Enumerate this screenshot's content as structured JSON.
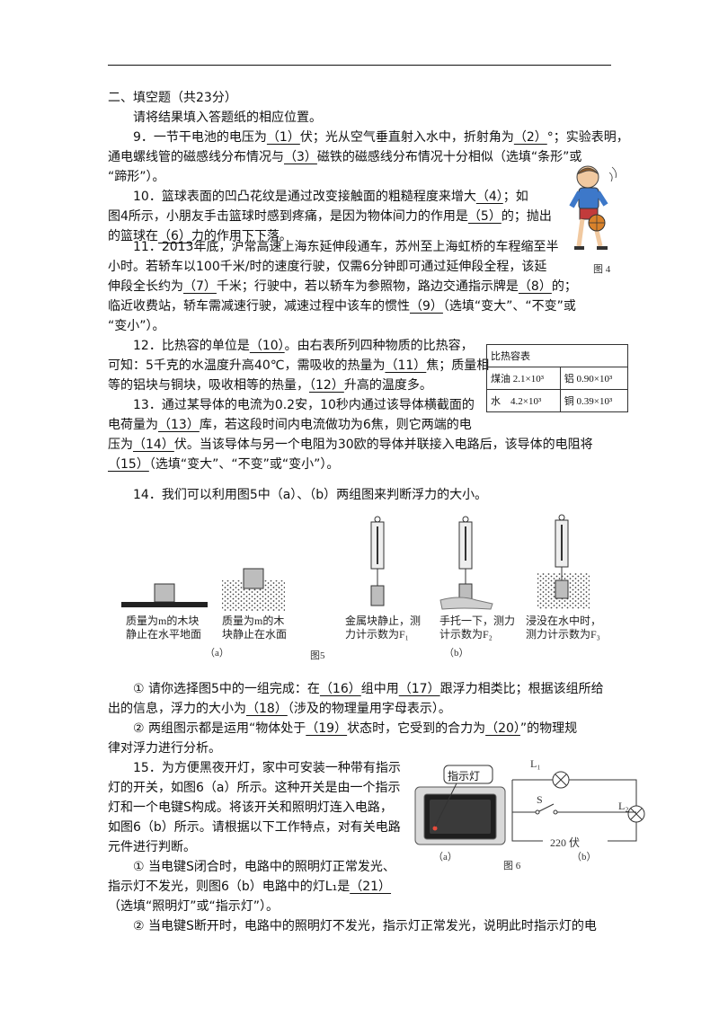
{
  "section": {
    "heading": "二、填空题（共23分）",
    "instruction": "请将结果填入答题纸的相应位置。"
  },
  "q9": {
    "l1a": "9．一节干电池的电压为",
    "b1": "（1）",
    "l1b": "伏；光从空气垂直射入水中，折射角为",
    "b2": "（2）",
    "l1c": "°；实验表明，",
    "l2a": "通电螺线管的磁感线分布情况与",
    "b3": "（3）",
    "l2b": "磁铁的磁感线分布情况十分相似（选填“条形”或",
    "l3": "“蹄形”）。"
  },
  "q10": {
    "l1a": "10．篮球表面的凹凸花纹是通过改变接触面的粗糙程度来增大",
    "b4": "（4）",
    "l1b": "；如",
    "l2a": "图4所示，小朋友手击篮球时感到疼痛，是因为物体间力的作用是",
    "b5": "（5）",
    "l2b": "的；抛出",
    "l3a": "的篮球在",
    "b6": "（6）",
    "l3b": "力的作用下下落。",
    "fig_label": "图 4"
  },
  "q11": {
    "l1": "11．2013年底，沪常高速上海东延伸段通车，苏州至上海虹桥的车程缩至半",
    "l2": "小时。若轿车以100千米/时的速度行驶，仅需6分钟即可通过延伸段全程，该延",
    "l3a": "伸段全长约为",
    "b7": "（7）",
    "l3b": "千米；行驶中，若以轿车为参照物，路边交通指示牌是",
    "b8": "（8）",
    "l3c": "的；",
    "l4a": "临近收费站，轿车需减速行驶，减速过程中该车的惯性",
    "b9": "（9）",
    "l4b": "（选填“变大”、“不变”或",
    "l5": "“变小”）。"
  },
  "q12": {
    "l1a": "12．比热容的单位是",
    "b10": "（10）",
    "l1b": "。由右表所列四种物质的比热容，",
    "l2a": "可知：5千克的水温度升高40℃，需吸收的热量为",
    "b11": "（11）",
    "l2b": "焦；质量相",
    "l3": "等的铝块与铜块，吸收相等的热量，",
    "b12": "（12）",
    "l3b": "升高的温度多。"
  },
  "heat_table": {
    "title": "比热容表",
    "r1c1": "煤油 2.1×10³",
    "r1c2": "铝 0.90×10³",
    "r2c1": "水　4.2×10³",
    "r2c2": "铜 0.39×10³"
  },
  "q13": {
    "l1": "13．通过某导体的电流为0.2安，10秒内通过该导体横截面的",
    "l2a": "电荷量为",
    "b13": "（13）",
    "l2b": "库，若这段时间内电流做功为6焦，则它两端的电",
    "l3a": "压为",
    "b14": "（14）",
    "l3b": "伏。当该导体与另一个电阻为30欧的导体并联接入电路后，该导体的电阻将",
    "b15": "（15）",
    "l4b": "（选填“变大”、“不变”或“变小”）。"
  },
  "q14": {
    "l1": "14．我们可以利用图5中（a）、（b）两组图来判断浮力的大小。",
    "cap1a": "质量为m的木块",
    "cap1b": "静止在水平地面",
    "cap2a": "质量为m的木",
    "cap2b": "块静止在水面",
    "cap3a": "金属块静止，测",
    "cap3b": "力计示数为F₁",
    "cap4a": "手托一下，测力",
    "cap4b": "计示数为F₂",
    "cap5a": "浸没在水中时，",
    "cap5b": "测力计示数为F₃",
    "sub_a": "（a）",
    "sub_b": "（b）",
    "fig_label": "图5",
    "s1a": "① 请你选择图5中的一组完成：在",
    "b16": "（16）",
    "s1b": "组中用",
    "b17": "（17）",
    "s1c": "跟浮力相类比；根据该组所给",
    "s2a": "出的信息，浮力的大小为",
    "b18": "（18）",
    "s2b": "（涉及的物理量用字母表示）。",
    "s3a": "② 两组图示都是运用“物体处于",
    "b19": "（19）",
    "s3b": "状态时，它受到的合力为",
    "b20": "（20）",
    "s3c": "”的物理规",
    "s4": "律对浮力进行分析。"
  },
  "q15": {
    "l1": "15．为方便黑夜开灯，家中可安装一种带有指示",
    "l2": "灯的开关，如图6（a）所示。这种开关是由一个指示",
    "l3": "灯和一个电键S构成。将该开关和照明灯连入电路，",
    "l4": "如图6（b）所示。请根据以下工作特点，对有关电路",
    "l5": "元件进行判断。",
    "s1a": "① 当电键S闭合时，电路中的照明灯正常发光、",
    "s1b": "指示灯不发光，则图6（b）电路中的灯L₁是",
    "b21": "（21）",
    "s1c": "（选填“照明灯”或“指示灯”）。",
    "s2": "② 当电键S断开时，电路中的照明灯不发光，指示灯正常发光，说明此时指示灯的电",
    "callout": "指示灯",
    "L1": "L₁",
    "L2": "L₂",
    "S": "S",
    "voltage": "220 伏",
    "sub_a": "（a）",
    "sub_b": "（b）",
    "fig_label": "图 6"
  }
}
